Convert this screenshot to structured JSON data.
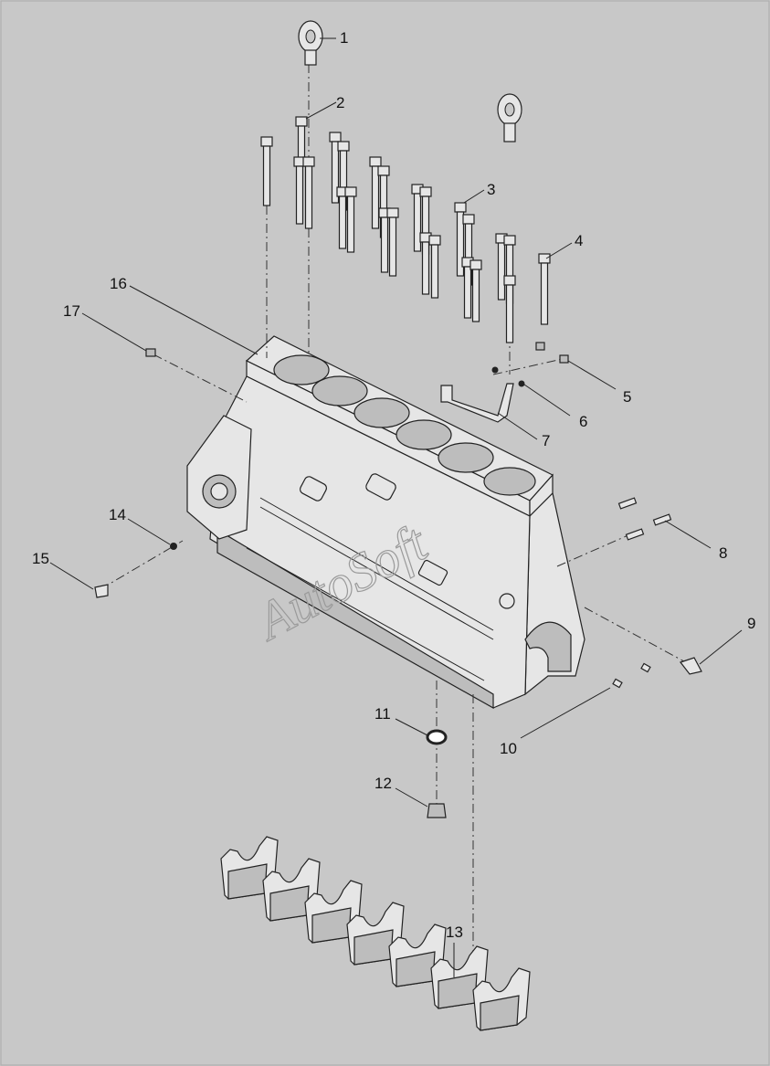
{
  "callouts": [
    "1",
    "2",
    "3",
    "4",
    "5",
    "6",
    "7",
    "8",
    "9",
    "10",
    "11",
    "12",
    "13",
    "14",
    "15",
    "16",
    "17"
  ],
  "watermark": "AutoSoft",
  "colors": {
    "background": "#c8c8c8",
    "line": "#222222",
    "part_fill": "#e6e6e6"
  }
}
